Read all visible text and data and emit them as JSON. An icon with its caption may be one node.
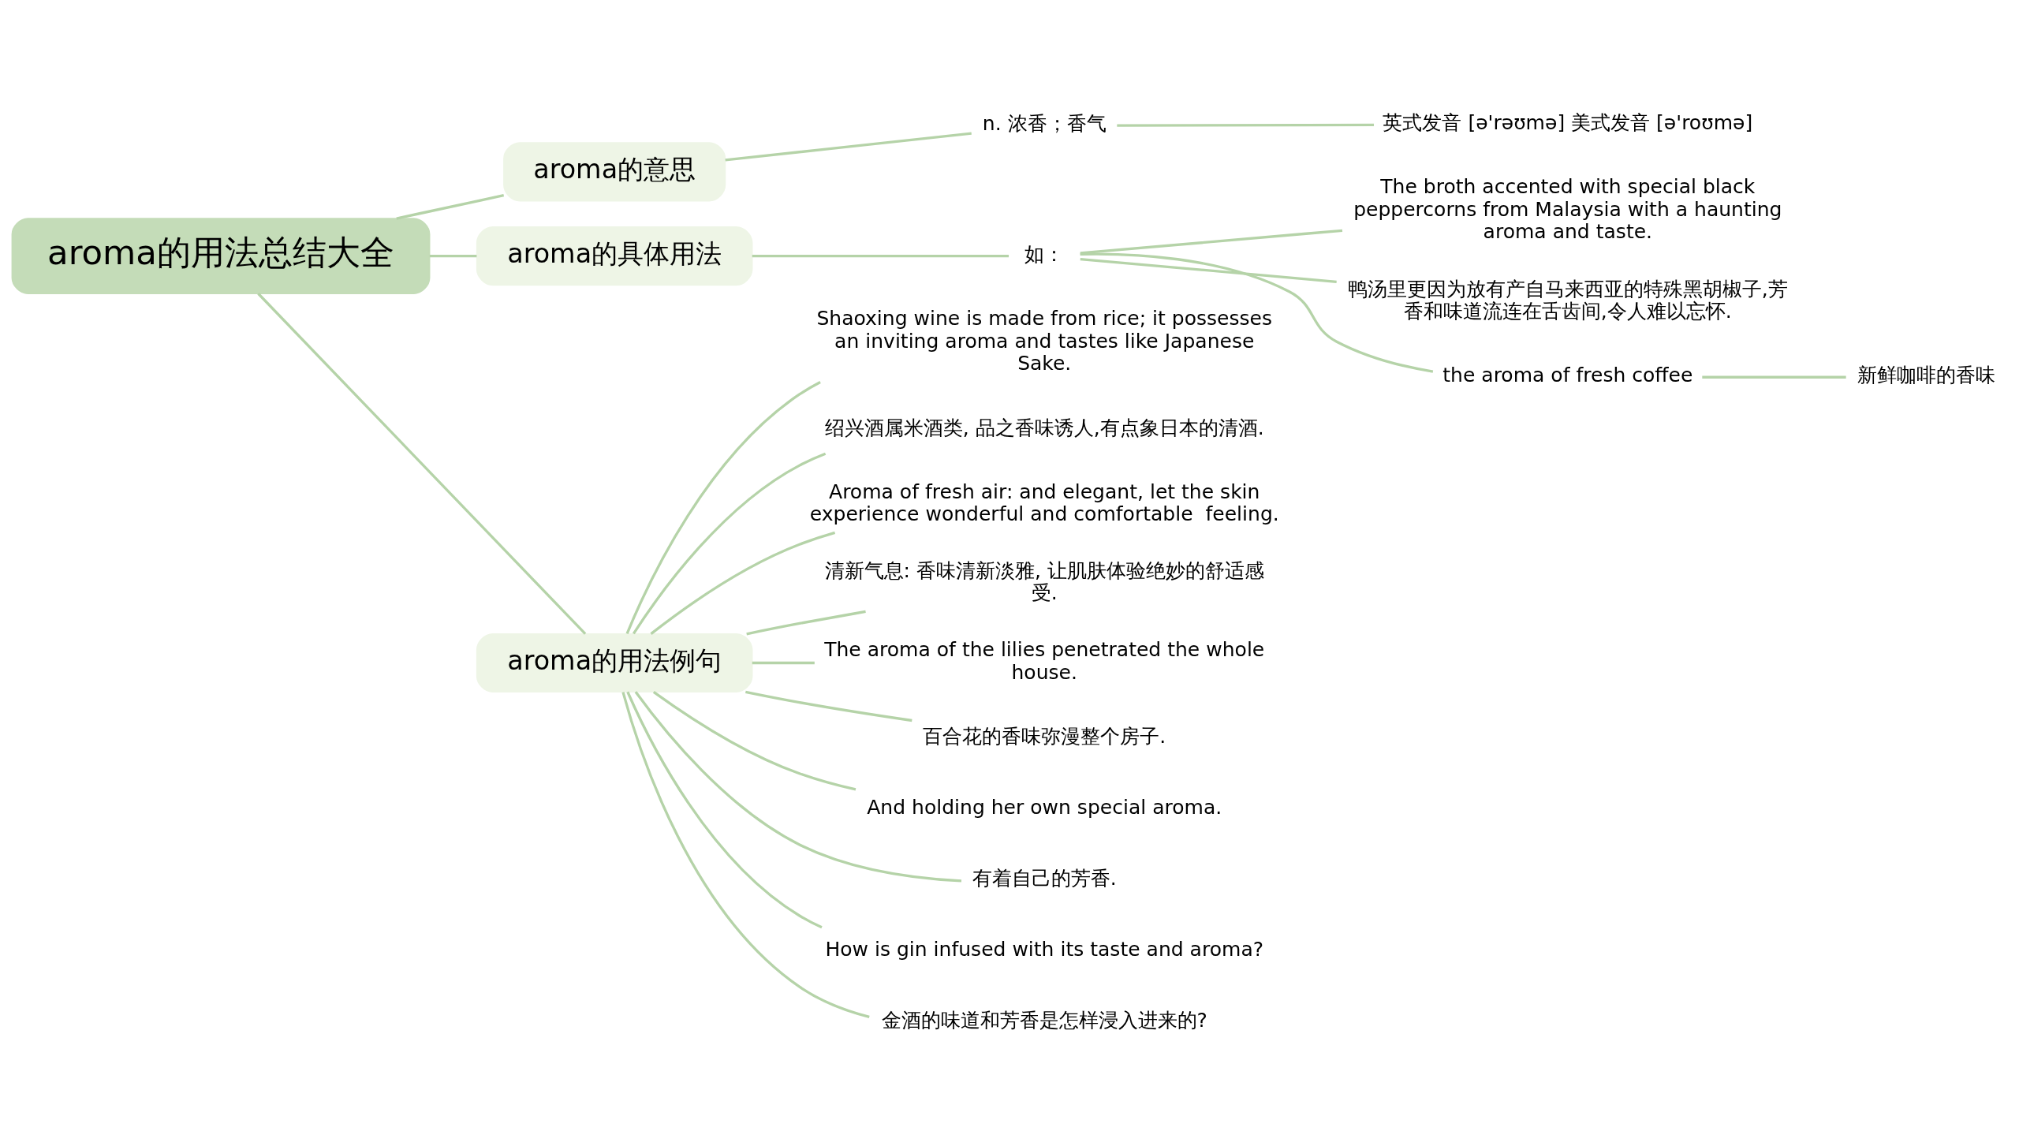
{
  "diagram": {
    "nodes": [
      {
        "text": [
          "aroma的用法总结大全"
        ]
      },
      {
        "text": [
          "aroma的意思"
        ]
      },
      {
        "text": [
          "n. 浓香；香气"
        ]
      },
      {
        "text": [
          "英式发音 [ə'rəʊmə] 美式发音 [ə'roʊmə]"
        ]
      },
      {
        "text": [
          "aroma的具体用法"
        ]
      },
      {
        "text": [
          "如："
        ]
      },
      {
        "text": [
          "The broth accented with special black peppercorns from Malaysia with a haunting aroma and taste."
        ]
      },
      {
        "text": [
          "鸭汤里更因为放有产自马来西亚的特殊黑胡椒子,芳香和味道流连在舌齿间,令人难以忘怀."
        ]
      },
      {
        "text": [
          "the aroma of fresh coffee"
        ]
      },
      {
        "text": [
          "新鲜咖啡的香味"
        ]
      },
      {
        "text": [
          "aroma的用法例句"
        ]
      },
      {
        "text": [
          "Shaoxing wine is made from rice; it possesses an inviting aroma and tastes like Japanese Sake."
        ]
      },
      {
        "text": [
          "绍兴酒属米酒类, 品之香味诱人,有点象日本的清酒."
        ]
      },
      {
        "text": [
          "Aroma of fresh air: and elegant, let the skin experience wonderful and comfortable  feeling."
        ]
      },
      {
        "text": [
          "清新气息: 香味清新淡雅, 让肌肤体验绝妙的舒适感受."
        ]
      },
      {
        "text": [
          "The aroma of the lilies penetrated the whole house."
        ]
      },
      {
        "text": [
          "百合花的香味弥漫整个房子."
        ]
      },
      {
        "text": [
          "And holding her own special aroma."
        ]
      },
      {
        "text": [
          "有着自己的芳香."
        ]
      },
      {
        "text": [
          "How is gin infused with its taste and aroma?"
        ]
      },
      {
        "text": [
          "金酒的味道和芳香是怎样浸入进来的?"
        ]
      }
    ],
    "edges": [
      {
        "from": 0,
        "to": 1,
        "arrow": "none"
      },
      {
        "from": 1,
        "to": 2,
        "arrow": "none"
      },
      {
        "from": 2,
        "to": 3,
        "arrow": "none"
      },
      {
        "from": 0,
        "to": 4,
        "arrow": "none"
      },
      {
        "from": 4,
        "to": 5,
        "arrow": "none"
      },
      {
        "from": 5,
        "to": 6,
        "arrow": "none"
      },
      {
        "from": 5,
        "to": 7,
        "arrow": "none"
      },
      {
        "from": 5,
        "to": 8,
        "arrow": "none"
      },
      {
        "from": 8,
        "to": 9,
        "arrow": "none"
      },
      {
        "from": 0,
        "to": 10,
        "arrow": "none"
      },
      {
        "from": 10,
        "to": 11,
        "arrow": "none"
      },
      {
        "from": 10,
        "to": 12,
        "arrow": "none"
      },
      {
        "from": 10,
        "to": 13,
        "arrow": "none"
      },
      {
        "from": 10,
        "to": 14,
        "arrow": "none"
      },
      {
        "from": 10,
        "to": 15,
        "arrow": "none"
      },
      {
        "from": 10,
        "to": 16,
        "arrow": "none"
      },
      {
        "from": 10,
        "to": 17,
        "arrow": "none"
      },
      {
        "from": 10,
        "to": 18,
        "arrow": "none"
      },
      {
        "from": 10,
        "to": 19,
        "arrow": "none"
      },
      {
        "from": 10,
        "to": 20,
        "arrow": "none"
      }
    ]
  }
}
